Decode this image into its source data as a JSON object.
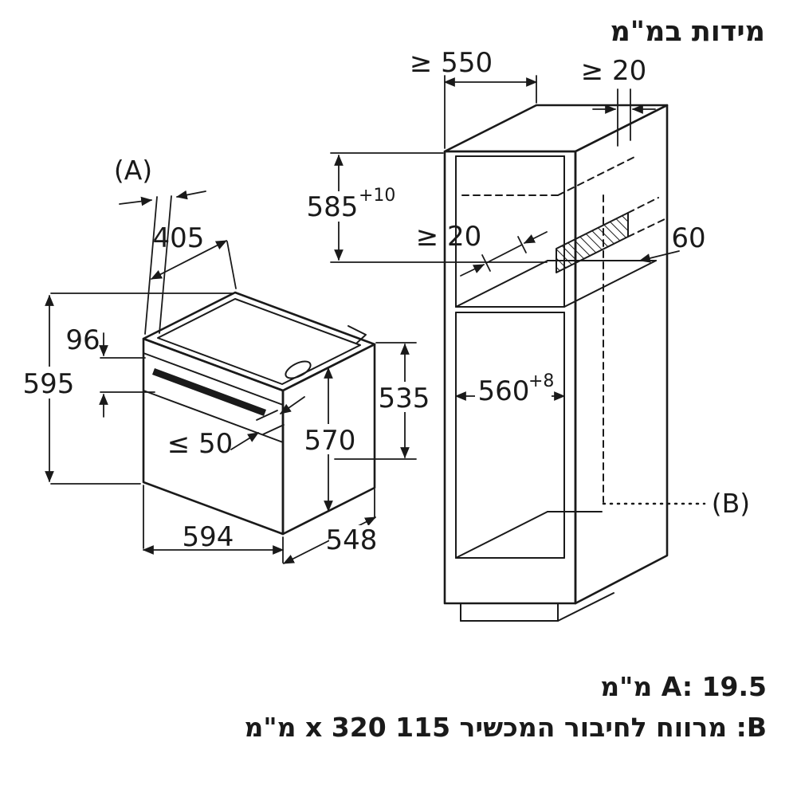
{
  "title": "מידות במ\"מ",
  "colors": {
    "ink": "#1a1a1a",
    "background": "#ffffff"
  },
  "oven": {
    "label_a": "(A)",
    "dim_top_depth": "405",
    "dim_panel_height": "96",
    "dim_height": "595",
    "dim_handle_gap": "≤ 50",
    "dim_side_height": "570",
    "dim_inner_height": "535",
    "dim_width": "594",
    "dim_depth": "548"
  },
  "cabinet": {
    "dim_depth_min": "≥ 550",
    "dim_rear_gap": "≥ 20",
    "dim_niche_height": "585",
    "dim_niche_height_tol": "+10",
    "dim_front_gap": "≥ 20",
    "dim_connect_depth": "60",
    "dim_niche_width": "560",
    "dim_niche_width_tol": "+8",
    "label_b": "(B)"
  },
  "notes": {
    "a_prefix": "A:",
    "a_text": "19.5 מ\"מ",
    "b_prefix": "B:",
    "b_text": "מרווח לחיבור המכשיר 115 x 320 מ\"מ"
  }
}
